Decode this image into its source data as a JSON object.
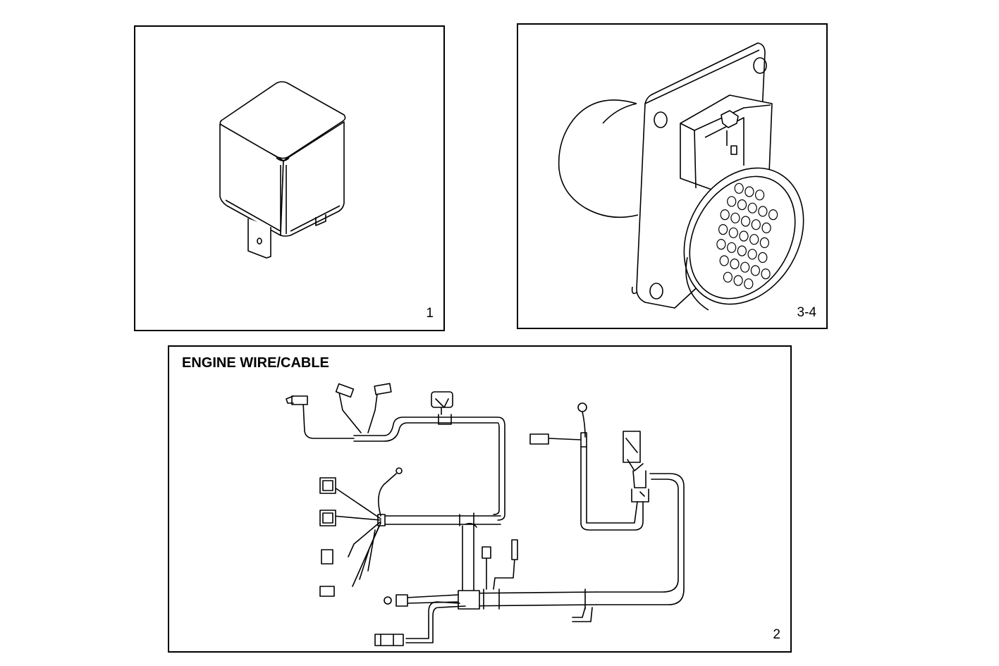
{
  "panels": {
    "relay": {
      "callout": "1"
    },
    "connector": {
      "callout": "3-4"
    },
    "harness": {
      "title": "ENGINE WIRE/CABLE",
      "callout": "2"
    }
  }
}
